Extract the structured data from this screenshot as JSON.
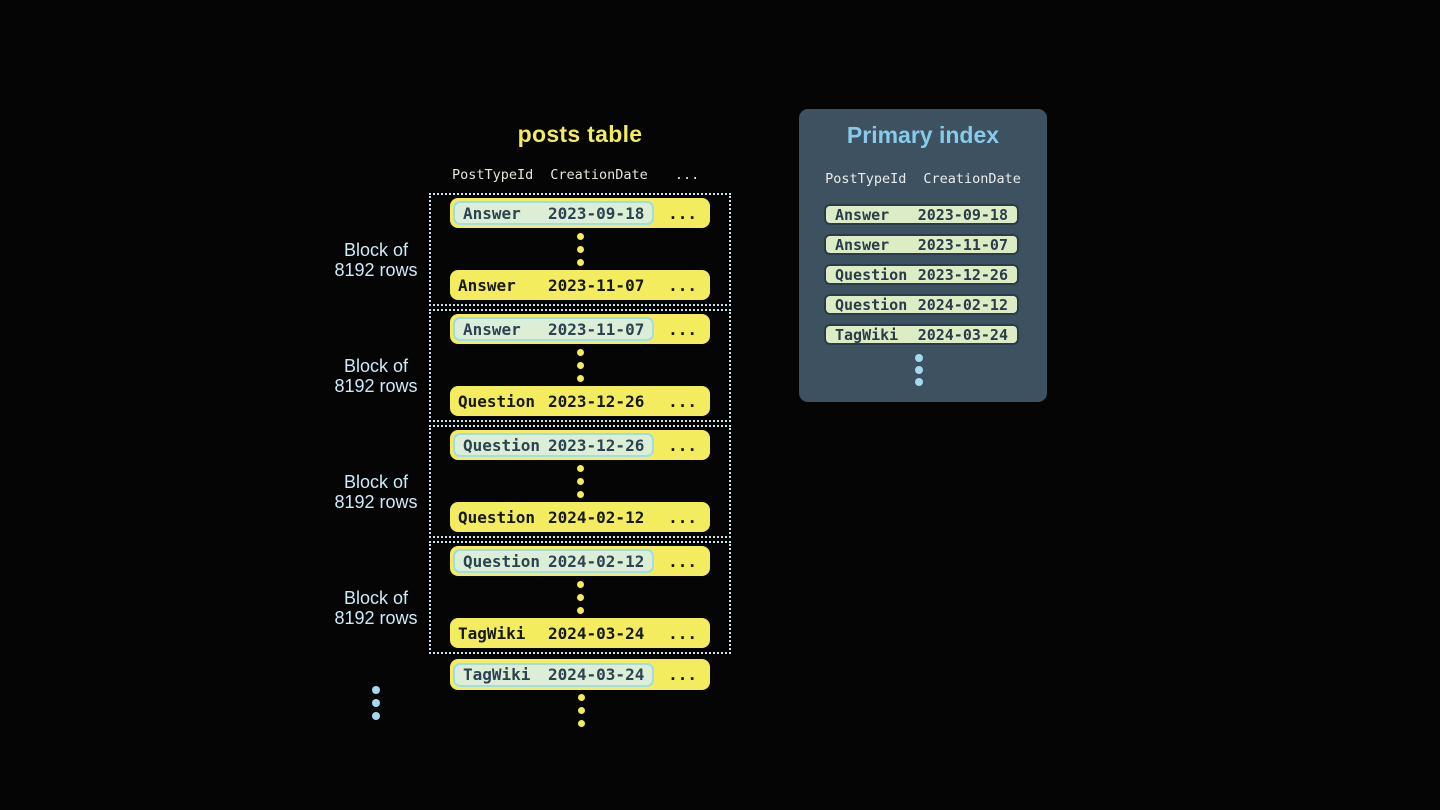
{
  "posts_table": {
    "title": "posts table",
    "columns": [
      "PostTypeId",
      "CreationDate",
      "..."
    ],
    "blocks": [
      {
        "label_line1": "Block of",
        "label_line2": "8192 rows",
        "top_row": {
          "post_type": "Answer",
          "creation_date": "2023-09-18",
          "more": "..."
        },
        "bottom_row": {
          "post_type": "Answer",
          "creation_date": "2023-11-07",
          "more": "..."
        }
      },
      {
        "label_line1": "Block of",
        "label_line2": "8192 rows",
        "top_row": {
          "post_type": "Answer",
          "creation_date": "2023-11-07",
          "more": "..."
        },
        "bottom_row": {
          "post_type": "Question",
          "creation_date": "2023-12-26",
          "more": "..."
        }
      },
      {
        "label_line1": "Block of",
        "label_line2": "8192 rows",
        "top_row": {
          "post_type": "Question",
          "creation_date": "2023-12-26",
          "more": "..."
        },
        "bottom_row": {
          "post_type": "Question",
          "creation_date": "2024-02-12",
          "more": "..."
        }
      },
      {
        "label_line1": "Block of",
        "label_line2": "8192 rows",
        "top_row": {
          "post_type": "Question",
          "creation_date": "2024-02-12",
          "more": "..."
        },
        "bottom_row": {
          "post_type": "TagWiki",
          "creation_date": "2024-03-24",
          "more": "..."
        }
      }
    ],
    "trailing_row": {
      "post_type": "TagWiki",
      "creation_date": "2024-03-24",
      "more": "..."
    }
  },
  "primary_index": {
    "title": "Primary index",
    "columns": [
      "PostTypeId",
      "CreationDate"
    ],
    "rows": [
      {
        "post_type": "Answer",
        "creation_date": "2023-09-18"
      },
      {
        "post_type": "Answer",
        "creation_date": "2023-11-07"
      },
      {
        "post_type": "Question",
        "creation_date": "2023-12-26"
      },
      {
        "post_type": "Question",
        "creation_date": "2024-02-12"
      },
      {
        "post_type": "TagWiki",
        "creation_date": "2024-03-24"
      }
    ]
  },
  "colors": {
    "background": "#050505",
    "row_yellow": "#f2ec5e",
    "highlight_fill": "#dcefd6",
    "highlight_border": "#9edcee",
    "index_row_fill": "#dcedc6",
    "index_row_border": "#2a3b49",
    "panel_background": "#3e5160",
    "panel_title_blue": "#86cbe9",
    "label_blue": "#cdeaf8",
    "dot_blue": "#a6d9ef",
    "dotted_border": "#c9e4ee"
  }
}
